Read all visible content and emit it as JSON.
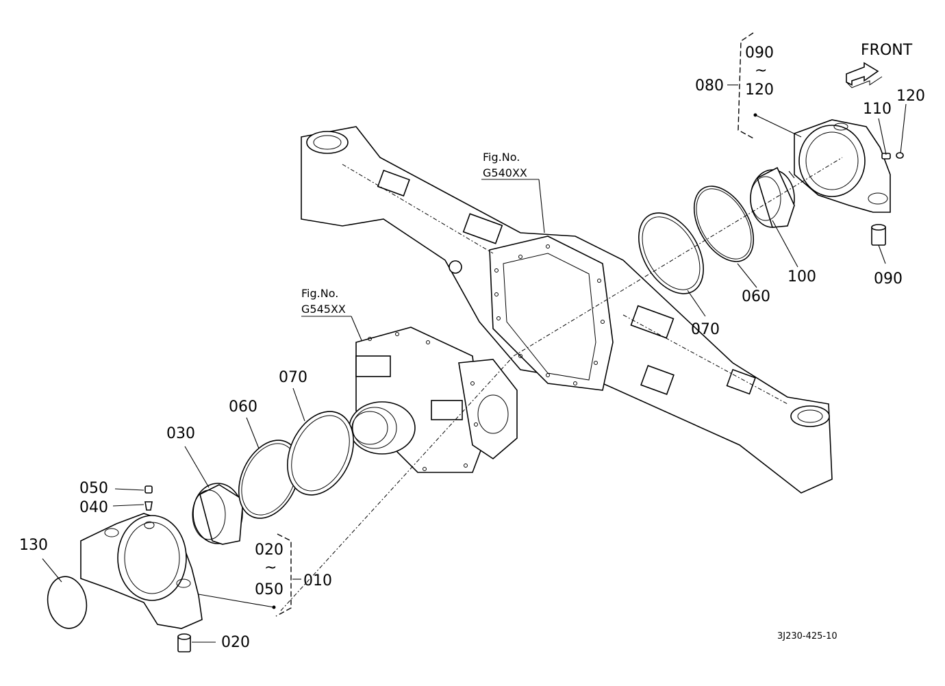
{
  "figure_refs": [
    {
      "prefix": "Fig.No.",
      "code": "G540XX"
    },
    {
      "prefix": "Fig.No.",
      "code": "G545XX"
    }
  ],
  "direction_label": "FRONT",
  "groups": {
    "right": {
      "assembly": "080",
      "from": "090",
      "tilde": "~",
      "to": "120"
    },
    "left": {
      "assembly": "010",
      "from": "020",
      "tilde": "~",
      "to": "050"
    }
  },
  "callouts": {
    "r_110": "110",
    "r_120": "120",
    "r_100": "100",
    "r_090": "090",
    "r_060": "060",
    "r_070": "070",
    "l_070": "070",
    "l_060": "060",
    "l_030": "030",
    "l_050": "050",
    "l_040": "040",
    "l_130": "130",
    "l_020": "020"
  },
  "drawing_number": "3J230-425-10"
}
